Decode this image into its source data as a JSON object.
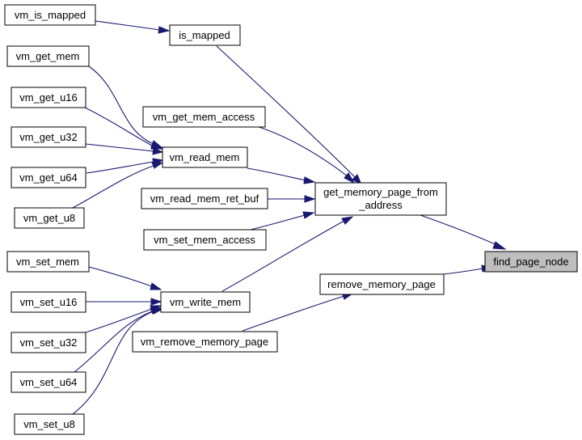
{
  "diagram": {
    "nodes": {
      "vm_is_mapped": "vm_is_mapped",
      "is_mapped": "is_mapped",
      "vm_get_mem": "vm_get_mem",
      "vm_get_u16": "vm_get_u16",
      "vm_get_mem_access": "vm_get_mem_access",
      "vm_get_u32": "vm_get_u32",
      "vm_read_mem": "vm_read_mem",
      "vm_get_u64": "vm_get_u64",
      "vm_read_mem_ret_buf": "vm_read_mem_ret_buf",
      "get_memory_page_from_address_line1": "get_memory_page_from",
      "get_memory_page_from_address_line2": "_address",
      "vm_get_u8": "vm_get_u8",
      "vm_set_mem_access": "vm_set_mem_access",
      "find_page_node": "find_page_node",
      "vm_set_mem": "vm_set_mem",
      "remove_memory_page": "remove_memory_page",
      "vm_write_mem": "vm_write_mem",
      "vm_set_u16": "vm_set_u16",
      "vm_set_u32": "vm_set_u32",
      "vm_remove_memory_page": "vm_remove_memory_page",
      "vm_set_u64": "vm_set_u64",
      "vm_set_u8": "vm_set_u8"
    },
    "colors": {
      "edge": "#191970",
      "highlight_fill": "#bfbfbf",
      "node_border": "#000000"
    }
  }
}
